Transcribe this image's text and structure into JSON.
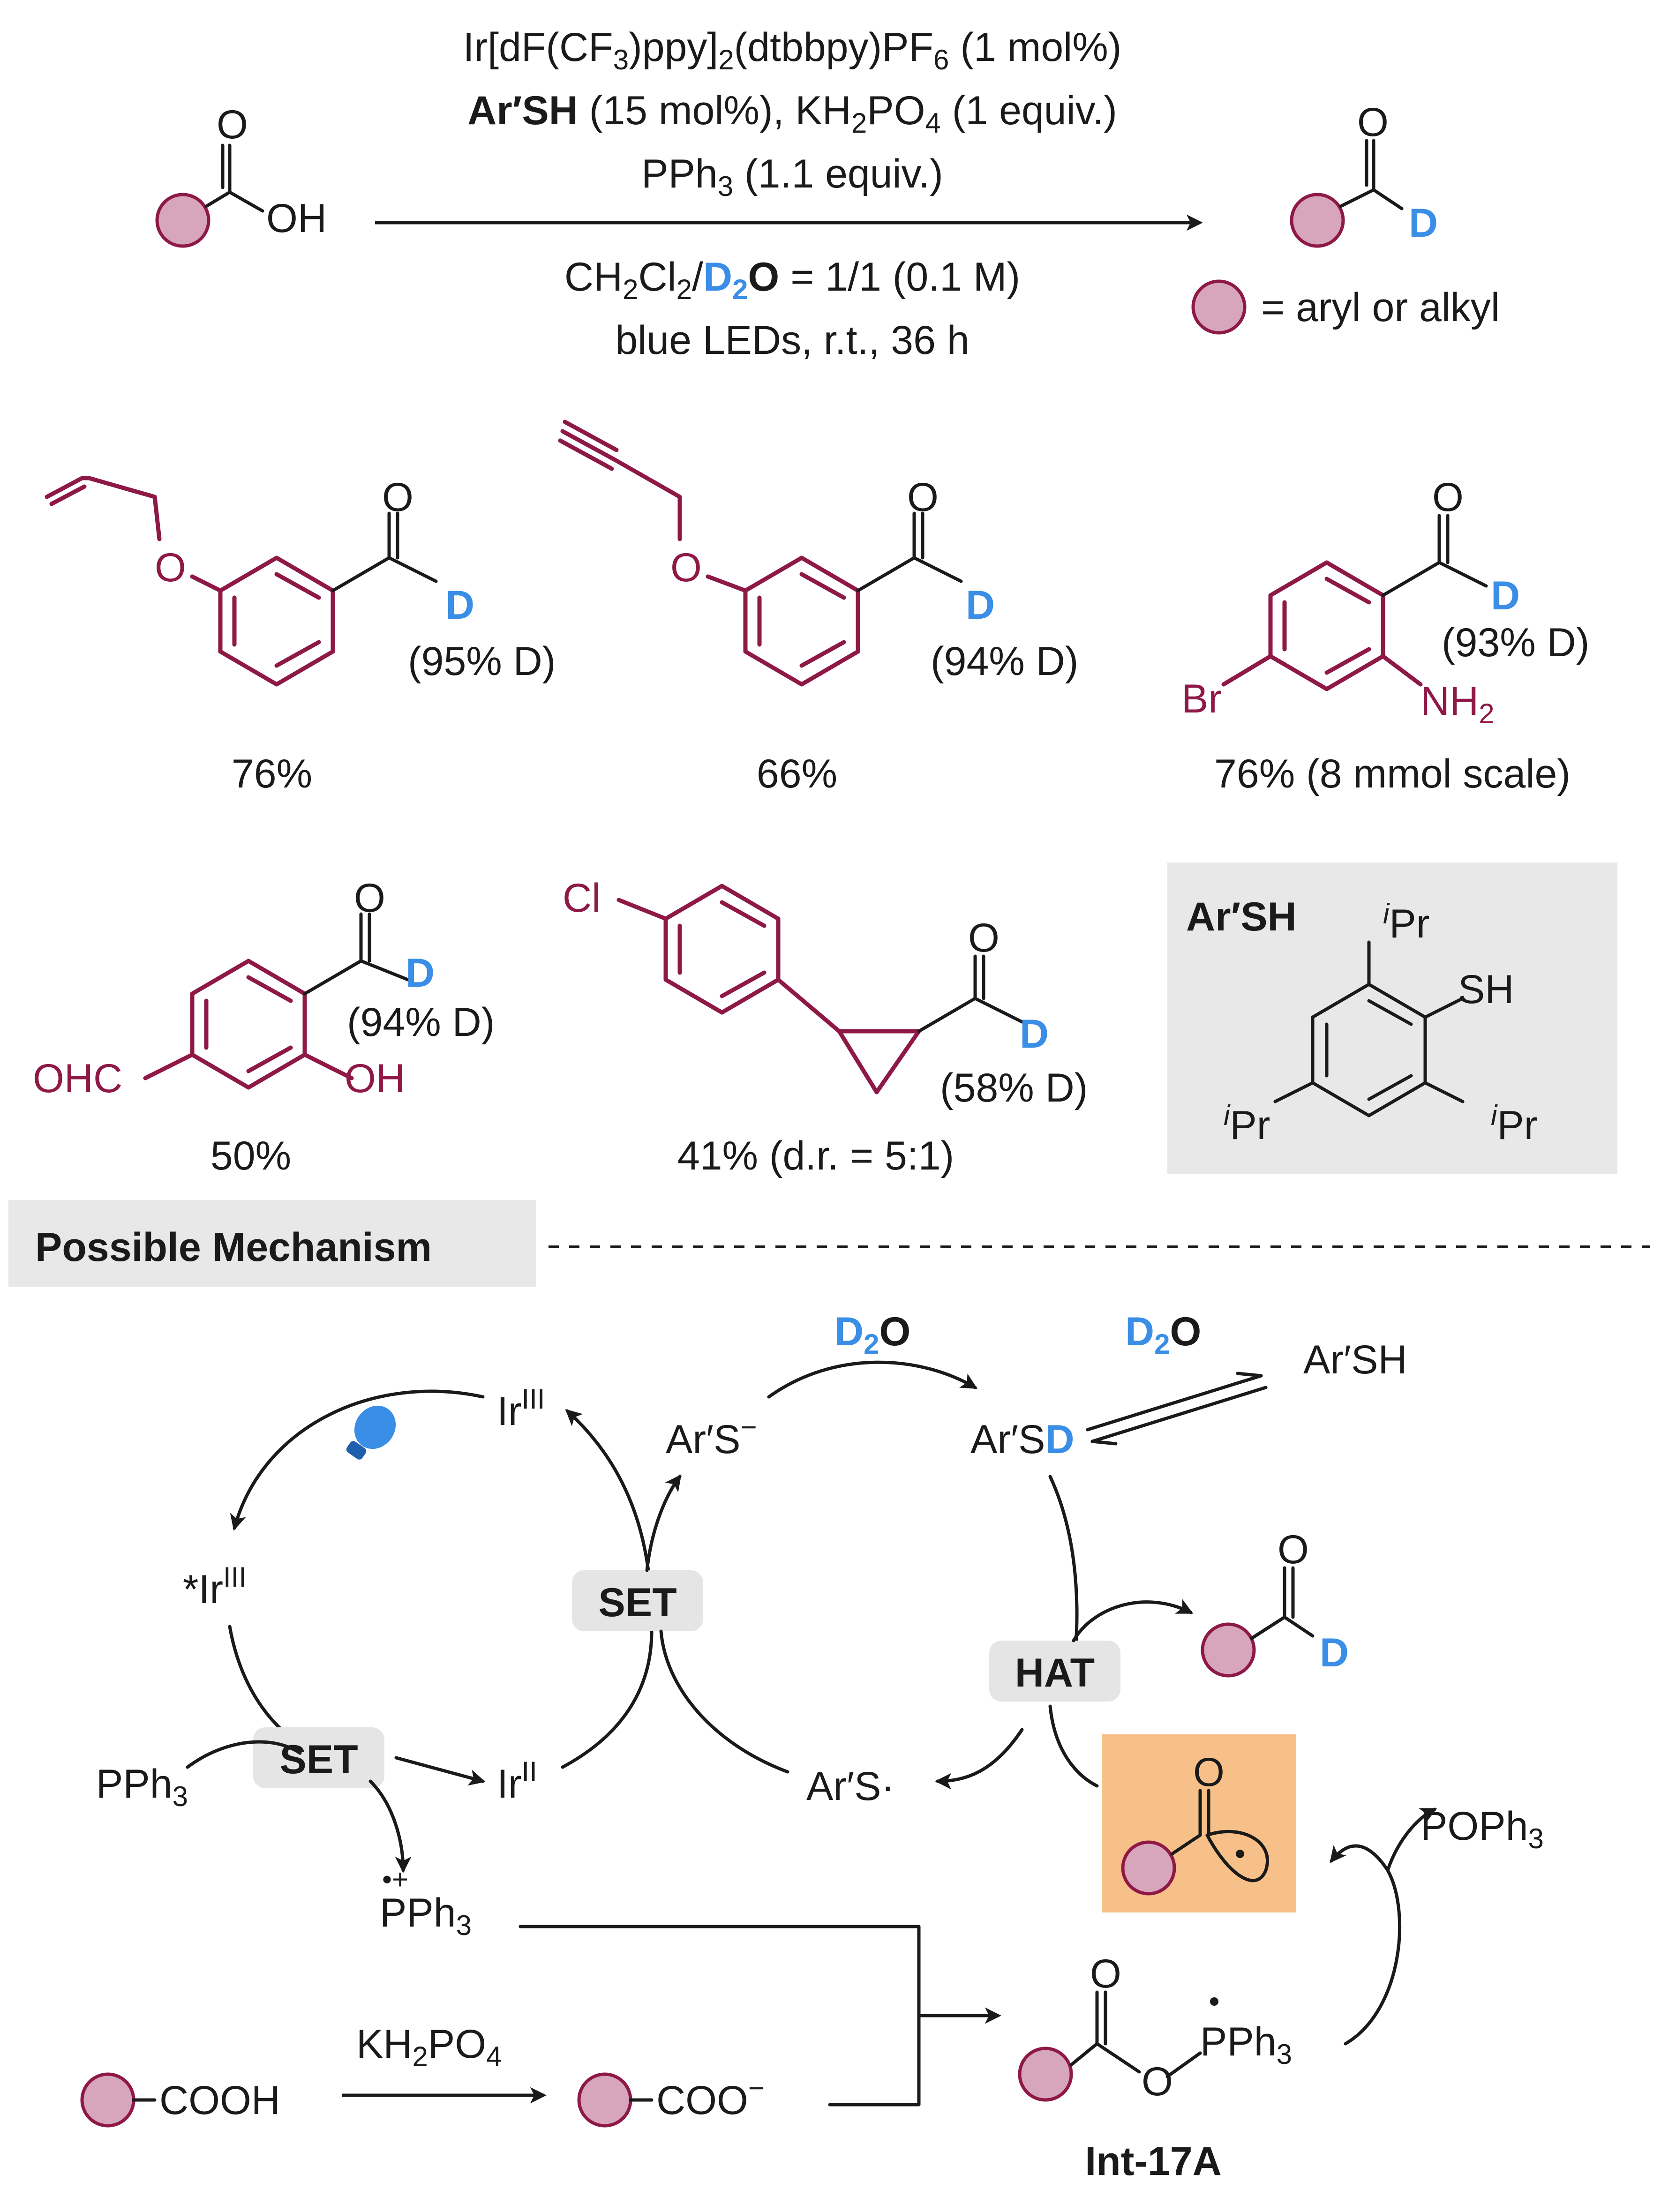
{
  "colors": {
    "accent_blue": "#3a8ee6",
    "bond_maroon": "#8e1846",
    "circle_fill": "#d7a6bd",
    "panel_gray": "#e8e8e8",
    "radical_box": "#f7c089"
  },
  "reaction": {
    "conditions_line1": "Ir[dF(CF3)ppy]2(dtbbpy)PF6 (1 mol%)",
    "conditions_line2_reagent": "Ar′SH",
    "conditions_line2_rest": " (15 mol%), KH2PO4 (1 equiv.)",
    "conditions_line3": "PPh3 (1.1 equiv.)",
    "conditions_line4_a": "CH2Cl2/",
    "conditions_line4_d2o": "D2O",
    "conditions_line4_b": " = 1/1 (0.1 M)",
    "conditions_line5": "blue LEDs, r.t., 36 h",
    "substituent_legend": "= aryl or alkyl",
    "sm_oh": "OH",
    "sm_o": "O",
    "prod_o": "O",
    "prod_d": "D"
  },
  "products": [
    {
      "yield": "76%",
      "d_incorp": "(95% D)"
    },
    {
      "yield": "66%",
      "d_incorp": "(94% D)"
    },
    {
      "yield": "76% (8 mmol scale)",
      "d_incorp": "(93% D)",
      "sub1": "Br",
      "sub2": "NH2"
    },
    {
      "yield": "50%",
      "d_incorp": "(94% D)",
      "sub1": "OHC",
      "sub2": "OH"
    },
    {
      "yield": "41% (d.r. = 5:1)",
      "d_incorp": "(58% D)",
      "sub1": "Cl"
    }
  ],
  "thiol_panel": {
    "title": "Ar′SH",
    "sh": "SH",
    "ipr": "iPr"
  },
  "mechanism": {
    "section_title": "Possible Mechanism",
    "ir3": "IrIII",
    "ir3_excited": "*IrIII",
    "ir2": "IrII",
    "set1": "SET",
    "set2": "SET",
    "hat": "HAT",
    "thiolate": "Ar′S−",
    "thiol_d": "Ar′SD",
    "thiol_h": "Ar′SH",
    "thiyl": "Ar′S·",
    "d2o_1": "D2O",
    "d2o_2": "D2O",
    "pph3": "PPh3",
    "pph3_radical_cation": "PPh3",
    "popph3": "POPh3",
    "cooh": "COOH",
    "coo": "COO−",
    "kh2po4": "KH2PO4",
    "int_label": "Int-17A",
    "int_pph3": "PPh3"
  }
}
